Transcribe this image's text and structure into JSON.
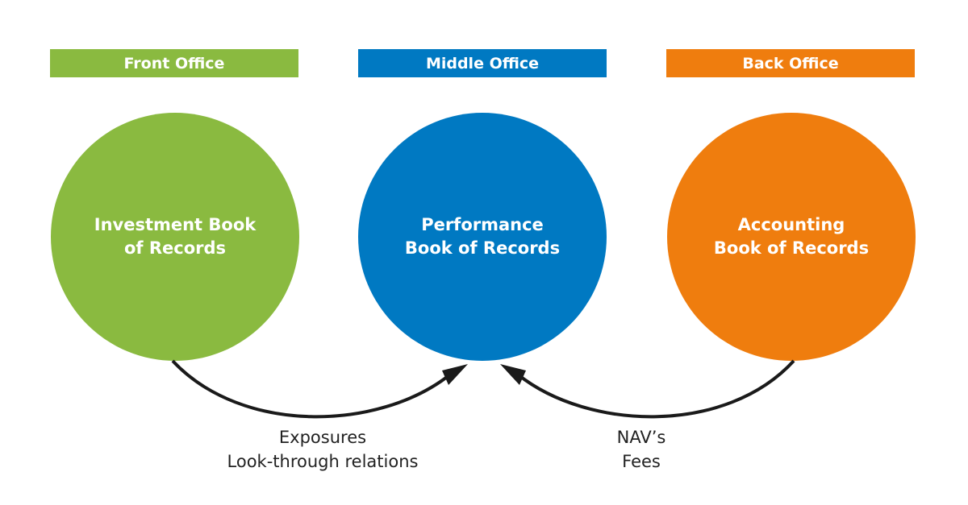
{
  "offices": [
    {
      "label": "Front Office",
      "color": "#8aba40"
    },
    {
      "label": "Middle Office",
      "color": "#0079c2"
    },
    {
      "label": "Back Office",
      "color": "#ef7d0e"
    }
  ],
  "books": [
    {
      "line1": "Investment Book",
      "line2": "of Records",
      "color": "#8aba40"
    },
    {
      "line1": "Performance",
      "line2": "Book of Records",
      "color": "#0079c2"
    },
    {
      "line1": "Accounting",
      "line2": "Book of Records",
      "color": "#ef7d0e"
    }
  ],
  "flows": [
    {
      "from": "Investment Book of Records",
      "to": "Performance Book of Records",
      "line1": "Exposures",
      "line2": "Look-through relations"
    },
    {
      "from": "Accounting Book of Records",
      "to": "Performance Book of Records",
      "line1": "NAV’s",
      "line2": "Fees"
    }
  ]
}
